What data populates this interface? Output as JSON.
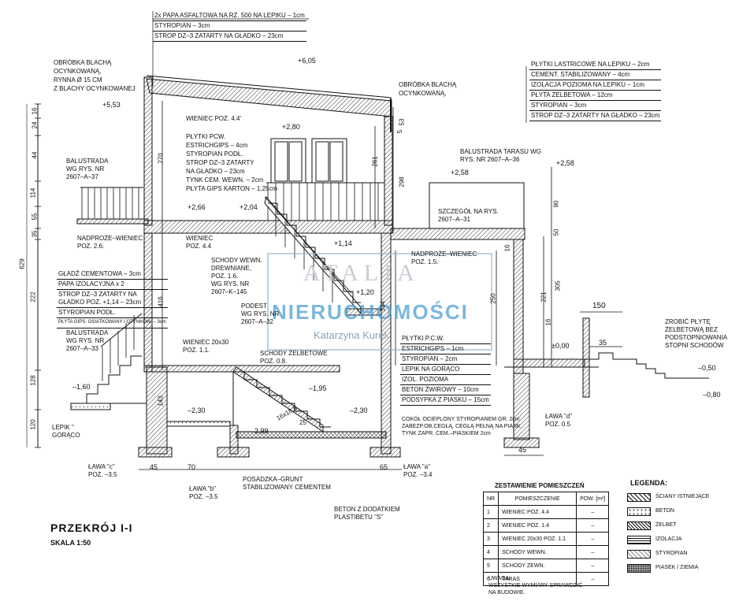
{
  "title": "PRZEKRÓJ I-I",
  "scale": "SKALA 1:50",
  "roof_spec": [
    "2x PAPA ASFALTOWA NA RZ. 500 NA LEPIKU – 1cm",
    "STYROPIAN – 3cm",
    "STROP DZ–3 ZATARTY NA GŁADKO – 23cm"
  ],
  "terrace_spec": [
    "PŁYTKI LASTRICOWE NA LEPIKU – 2cm",
    "CEMENT. STABILIZOWANY – 4cm",
    "IZOLACJA POZIOMA NA LEPIKU – 1cm",
    "PŁYTA ŻELBETOWA – 12cm",
    "STYROPIAN – 3cm",
    "STROP DZ–3 ZATARTY NA GŁADKO – 23cm"
  ],
  "floor_spec": [
    "PŁYTKI P.C.W.",
    "ESTRICHGIPS – 1cm",
    "STYROPIAN – 2cm",
    "LEPIK NA GORĄCO",
    "IZOL. POZIOMA",
    "BETON ŻWIROWY – 10cm",
    "PODSYPKA Z PIASKU – 15cm"
  ],
  "entry_spec": [
    "GŁADŹ CEMENTOWA – 3cm",
    "PAPA IZOLACYJNA x 2",
    "STROP DZ–3 ZATARTY NA",
    "GŁADKO POZ. +1,14 – 23cm",
    "STYROPIAN PODŁ.",
    "PŁYTA GIPS. OSIATKOWANY I OTYNKOW. – 3cm"
  ],
  "upper_floor_spec": [
    "PŁYTKI PCW.",
    "ESTRICHGIPS – 4cm",
    "STYROPIAN PODŁ.",
    "STROP DZ–3 ZATARTY",
    "NA GŁADKO – 23cm",
    "TYNK CEM. WEWN. – 2cm",
    "PŁYTA GIPS KARTON – 1,25cm"
  ],
  "notes": {
    "flashing_left": [
      "OBRÓBKA BLACHĄ",
      "OCYNKOWANĄ,",
      "RYNNA Ø 15 CM",
      "Z BLACHY OCYNKOWANEJ"
    ],
    "flashing_right": [
      "OBRÓBKA BLACHĄ",
      "OCYNKOWANĄ,"
    ],
    "balustrade_left": [
      "BALUSTRADA",
      "WG RYS. NR",
      "2607–A–37"
    ],
    "balustrade_terrace": [
      "BALUSTRADA TARASU WG",
      "RYS. NR 2607–A–36"
    ],
    "balustrade_entry": [
      "BALUSTRADA",
      "WG RYS. NR",
      "2607–A–33"
    ],
    "detail": [
      "SZCZEGÓŁ NA RYS.",
      "2607–A–31"
    ],
    "wieniec_44": "WIENIEC POZ. 4.4'",
    "wieniec_44b": [
      "WIENIEC",
      "POZ. 4.4"
    ],
    "nadproze_left": [
      "NADPROŻE–WIENIEC",
      "POZ. 2.6."
    ],
    "nadproze_right": [
      "NADPROŻE–WIENIEC",
      "POZ. 1.5."
    ],
    "stairs_internal": [
      "SCHODY WEWN.",
      "DREWNIANE,",
      "POZ. 1.6.",
      "WG RYS. NR",
      "2607–K–145"
    ],
    "landing": [
      "PODEST",
      "WG RYS. NR",
      "2607–A–32"
    ],
    "wieniec_2030": [
      "WIENIEC 20x30",
      "POZ. 1.1."
    ],
    "stairs_concrete": [
      "SCHODY ŻELBETOWE",
      "POZ. 0.8."
    ],
    "plinth": [
      "COKÓŁ OCIEPLONY STYROPIANEM GR. 2cm",
      "ZABEZP.OB.CEGŁĄ, CEGŁĄ PEŁNĄ NA PIASK.",
      "TYNK ZAPR. CEM.–PIASKIEM 2cm"
    ],
    "outer_stairs": [
      "ZROBIĆ PŁYTĘ",
      "ŻELBETOWĄ BEZ",
      "PODSTOPNIOWANIA",
      "STOPNI SCHODÓW"
    ],
    "posadzka": [
      "POSADZKA–GRUNT",
      "STABILIZOWANY CEMENTEM"
    ],
    "beton": [
      "BETON Z DODATKIEM",
      "PLASTIBETU \"S\""
    ],
    "lepik": [
      "LEPIK \"",
      "GORĄCO"
    ],
    "footings": {
      "c": [
        "ŁAWA \"c\"",
        "POZ. –3.5"
      ],
      "b": [
        "ŁAWA \"b\"",
        "POZ. –3.5"
      ],
      "a": [
        "ŁAWA \"a\"",
        "POZ. –3.4"
      ],
      "d": [
        "ŁAWA \"d\"",
        "POZ. 0.5"
      ]
    },
    "stair_dims": [
      "16x18,8",
      "25"
    ]
  },
  "levels": [
    "+6,05",
    "+5,53",
    "+2,80",
    "+2,66",
    "+2,04",
    "+2,58",
    "+2,58",
    "+1,14",
    "+1,20",
    "±0,00",
    "–0,50",
    "–0,80",
    "–1,60",
    "–1,95",
    "–2,30",
    "–2,30",
    "–2,99"
  ],
  "dims_left": [
    "16",
    "24",
    "44",
    "114",
    "55",
    "35",
    "222",
    "128",
    "120",
    "629"
  ],
  "dims_inner": [
    "270",
    "416",
    "143",
    "261",
    "334",
    "298",
    "53",
    "5",
    "16",
    "250",
    "90",
    "50",
    "305",
    "221",
    "16"
  ],
  "dims_bottom": [
    "45",
    "70",
    "65",
    "45",
    "150",
    "35"
  ],
  "rooms_table": {
    "heading": "ZESTAWIENIE POMIESZCZEŃ",
    "columns": [
      "NR",
      "POMIESZCZENIE",
      "POW. [m²]"
    ],
    "rows": [
      [
        "1",
        "WIENIEC POZ. 4.4",
        "–"
      ],
      [
        "2",
        "WIENIEC POZ. 1.4",
        "–"
      ],
      [
        "3",
        "WIENIEC 20x30 POZ. 1.1",
        "–"
      ],
      [
        "4",
        "SCHODY WEWN.",
        "–"
      ],
      [
        "5",
        "SCHODY ZEWN.",
        "–"
      ],
      [
        "6",
        "TARAS",
        "–"
      ]
    ]
  },
  "legend": {
    "heading": "LEGENDA:",
    "items": [
      "ŚCIANY ISTNIEJĄCE",
      "BETON",
      "ŻELBET",
      "IZOLACJA",
      "STYROPIAN",
      "PIASEK / ZIEMIA"
    ]
  },
  "remarks": [
    "UWAGA:",
    "WSZYSTKIE WYMIARY SPRAWDZIĆ",
    "NA BUDOWIE."
  ],
  "watermark": {
    "line1": "ATALIA",
    "line2": "NIERUCHOMOŚCI",
    "line3": "Katarzyna Kurek"
  }
}
